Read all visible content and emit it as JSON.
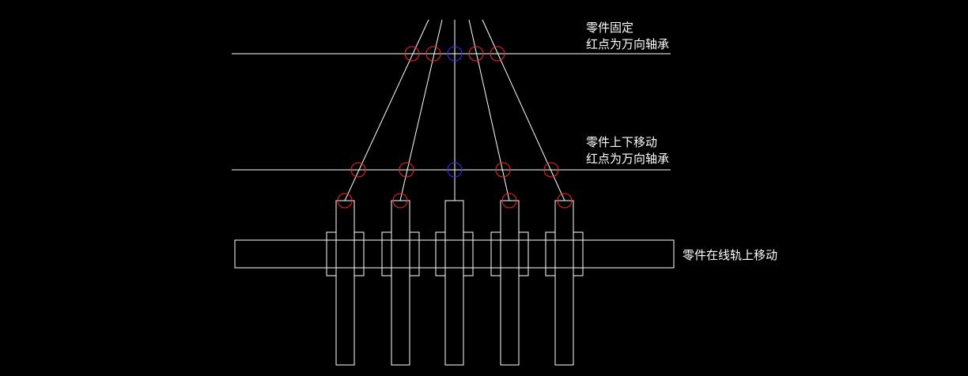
{
  "labels": {
    "top_line1": "零件固定",
    "top_line2": "红点为万向轴承",
    "mid_line1": "零件上下移动",
    "mid_line2": "红点为万向轴承",
    "rail": "零件在线轨上移动"
  },
  "colors": {
    "background": "#000000",
    "line": "#ffffff",
    "red_marker": "#ff2020",
    "blue_marker": "#3030ff"
  }
}
